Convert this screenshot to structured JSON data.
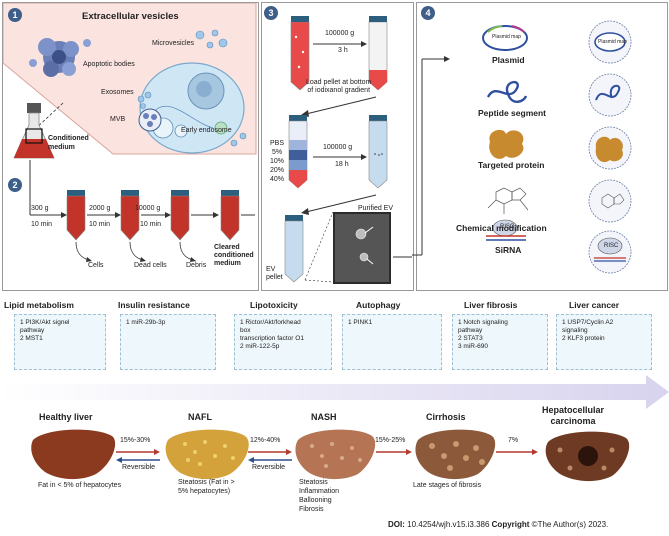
{
  "panel1": {
    "badge": "1",
    "title": "Extracellular vesicles",
    "labels": {
      "apoptotic": "Apoptotic bodies",
      "microvesicles": "Microvesicles",
      "exosomes": "Exosomes",
      "mvb": "MVB",
      "early_endosome": "Early endosome",
      "conditioned": "Conditioned\nmedium"
    }
  },
  "panel2": {
    "badge": "2",
    "steps": [
      {
        "speed": "300 g",
        "time": "10 min",
        "out": "Cells"
      },
      {
        "speed": "2000 g",
        "time": "10 min",
        "out": "Dead cells"
      },
      {
        "speed": "10000 g",
        "time": "10 min",
        "out": "Debris"
      }
    ],
    "result": "Cleared\nconditioned\nmedium"
  },
  "panel3": {
    "badge": "3",
    "step1_speed": "100000 g",
    "step1_time": "3 h",
    "load_text": "Load pellet at bottom\nof iodixanol gradient",
    "gradient": [
      "PBS",
      "5%",
      "10%",
      "20%",
      "40%"
    ],
    "step2_speed": "100000 g",
    "step2_time": "18 h",
    "purified": "Purified EV",
    "ev_pellet": "EV\npellet"
  },
  "panel4": {
    "badge": "4",
    "items": [
      "Plasmid",
      "Peptide segment",
      "Targeted protein",
      "Chemical modification",
      "SiRNA"
    ],
    "plasmid_map": "Plasmid map",
    "risc": "RISC"
  },
  "diseases": [
    {
      "title": "Lipid metabolism",
      "items": "1 PI3K/Akt signel\npathway\n2 MST1"
    },
    {
      "title": "Insulin resistance",
      "items": "1 miR-29b-3p"
    },
    {
      "title": "Lipotoxicity",
      "items": "1 Rictor/Akt/forkhead\nbox\ntranscription factor O1\n2 miR-122-5p"
    },
    {
      "title": "Autophagy",
      "items": "1 PINK1"
    },
    {
      "title": "Liver fibrosis",
      "items": "1 Notch signaling\npathway\n2 STAT3\n3 miR-690"
    },
    {
      "title": "Liver cancer",
      "items": "1 USP7/Cyclin A2\nsignaling\n2 KLF3 protein"
    }
  ],
  "stages": {
    "healthy": "Healthy liver",
    "nafl": "NAFL",
    "nash": "NASH",
    "cirrhosis": "Cirrhosis",
    "hcc": "Hepatocellular\ncarcinoma",
    "healthy_desc": "Fat in < 5% of hepatocytes",
    "nafl_desc": "Steatosis (Fat in >\n5% hepatocytes)",
    "nash_desc": "Steatosis\nInflammation\nBallooning\nFibrosis",
    "cirrhosis_desc": "Late stages of fibrosis",
    "arrow1": "15%-30%",
    "arrow2": "12%-40%",
    "arrow3": "15%-25%",
    "arrow4": "7%",
    "reversible": "Reversible"
  },
  "footer": {
    "doi_label": "DOI:",
    "doi": "10.4254/wjh.v15.i3.386",
    "copyright_label": "Copyright",
    "copyright": "©The Author(s) 2023."
  },
  "colors": {
    "badge": "#3f5f8a",
    "blue_item": "#2f4f9f",
    "orange_item": "#c88a2e",
    "arrow_red": "#b33a2f",
    "arrow_blue": "#2f4f8a",
    "disease_box": "#eef7fb",
    "banner": "#e6e3f3"
  }
}
